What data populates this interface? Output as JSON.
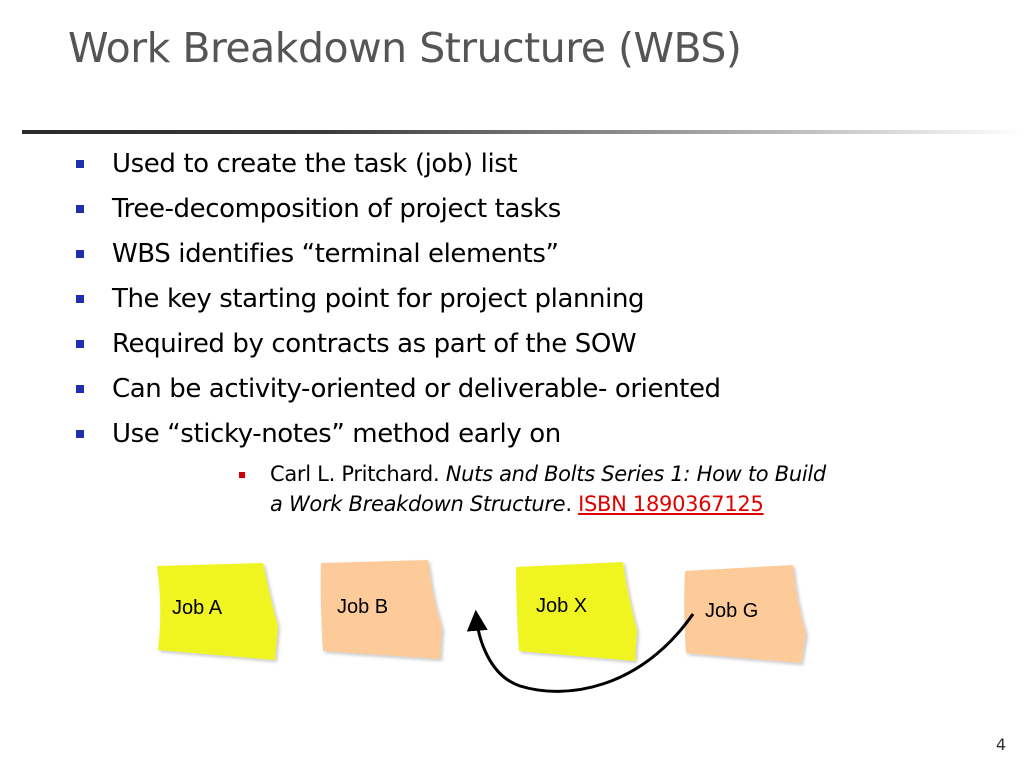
{
  "slide": {
    "title": "Work Breakdown Structure (WBS)",
    "page_number": "4"
  },
  "bullets": [
    "Used to create the task (job) list",
    "Tree-decomposition of project tasks",
    "WBS identifies “terminal elements”",
    "The key starting point for project planning",
    "Required by contracts as part of the SOW",
    "Can be activity-oriented or deliverable- oriented",
    "Use “sticky-notes” method early on"
  ],
  "reference": {
    "author": "Carl L. Pritchard.",
    "book_title_line1": "Nuts and Bolts Series 1: How to Build",
    "book_title_line2": "a Work Breakdown Structure",
    "separator": ".",
    "isbn": "ISBN 1890367125"
  },
  "sticky_notes": [
    {
      "label": "Job A",
      "color": "#f0f523"
    },
    {
      "label": "Job B",
      "color": "#fccb99"
    },
    {
      "label": "Job X",
      "color": "#f0f523"
    },
    {
      "label": "Job G",
      "color": "#fccb99"
    }
  ],
  "colors": {
    "title": "#555555",
    "bullet": "#1f2fb0",
    "sub_bullet": "#d00000",
    "link": "#e00000"
  }
}
